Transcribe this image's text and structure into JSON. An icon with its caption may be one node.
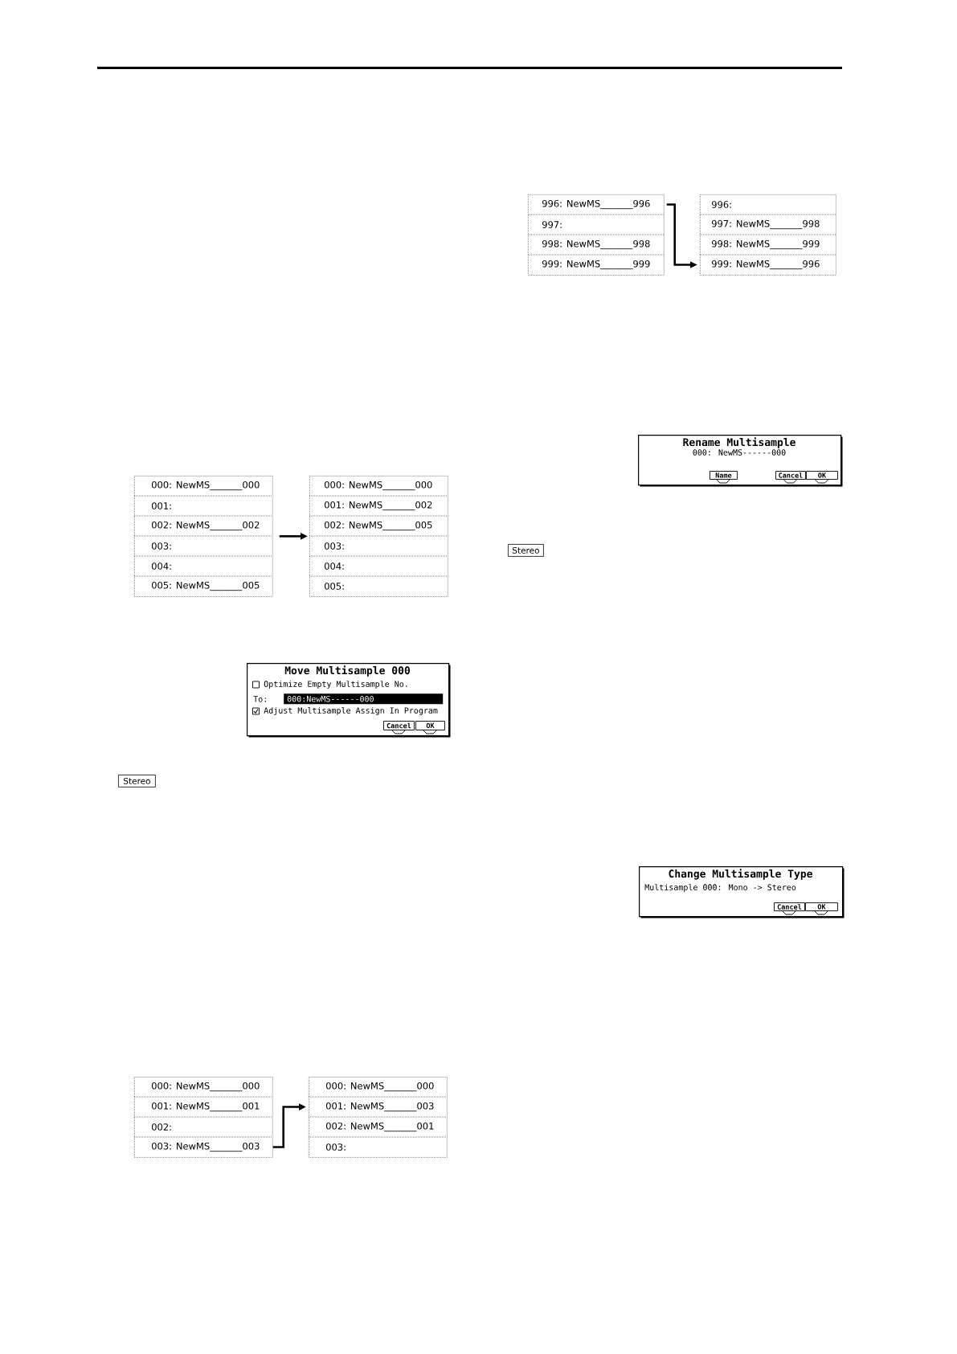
{
  "diagram": {
    "nodes": [
      {
        "text": [
          "000: NewMS_______000",
          "001:",
          "002: NewMS_______002",
          "003:",
          "004:",
          "005: NewMS_______005"
        ]
      },
      {
        "text": [
          "000: NewMS_______000",
          "001: NewMS_______002",
          "002: NewMS_______005",
          "003:",
          "004:",
          "005:"
        ]
      },
      {
        "text": [
          "Move Multisample 000",
          "Optimize Empty Multisample No.",
          "To:",
          "Adjust Multisample Assign In Program"
        ]
      },
      {
        "text": [
          "000:NewMS------000"
        ],
        "in": 2
      },
      {
        "text": [
          "Cancel"
        ],
        "in": 2
      },
      {
        "text": [
          "OK"
        ],
        "in": 2
      },
      {
        "text": [
          "Stereo"
        ]
      },
      {
        "text": [
          "000: NewMS_______000",
          "001: NewMS_______001",
          "002:",
          "003: NewMS_______003"
        ]
      },
      {
        "text": [
          "000: NewMS_______000",
          "001: NewMS_______003",
          "002: NewMS_______001",
          "003:"
        ]
      },
      {
        "text": [
          "996: NewMS_______996",
          "997:",
          "998: NewMS_______998",
          "999: NewMS_______999"
        ]
      },
      {
        "text": [
          "996:",
          "997: NewMS_______998",
          "998: NewMS_______999",
          "999: NewMS_______996"
        ]
      },
      {
        "text": [
          "Rename Multisample",
          "000: NewMS------000"
        ]
      },
      {
        "text": [
          "Name"
        ],
        "in": 11
      },
      {
        "text": [
          "Cancel"
        ],
        "in": 11
      },
      {
        "text": [
          "OK"
        ],
        "in": 11
      },
      {
        "text": [
          "Stereo"
        ]
      },
      {
        "text": [
          "Change Multisample Type",
          "Multisample 000: Mono -> Stereo"
        ]
      },
      {
        "text": [
          "Cancel"
        ],
        "in": 16
      },
      {
        "text": [
          "OK"
        ],
        "in": 16
      }
    ],
    "edges": [
      {
        "from": 0,
        "to": 1,
        "arrow": "to"
      },
      {
        "from": 7,
        "to": 8,
        "arrow": "to"
      },
      {
        "from": 9,
        "to": 10,
        "arrow": "to"
      }
    ]
  }
}
